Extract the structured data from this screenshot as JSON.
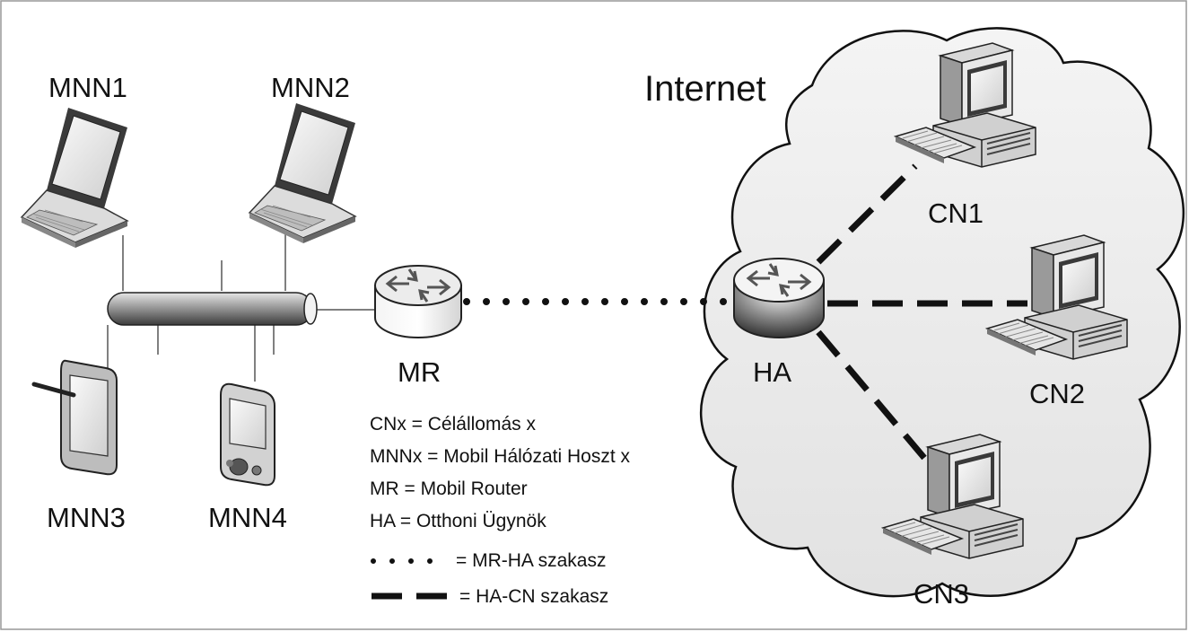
{
  "title": "Internet",
  "nodes": {
    "mnn1": "MNN1",
    "mnn2": "MNN2",
    "mnn3": "MNN3",
    "mnn4": "MNN4",
    "mr": "MR",
    "ha": "HA",
    "cn1": "CN1",
    "cn2": "CN2",
    "cn3": "CN3"
  },
  "legend": {
    "items": [
      "CNx = Célállomás x",
      "MNNx = Mobil Hálózati Hoszt x",
      "MR = Mobil Router",
      "HA = Otthoni Ügynök"
    ],
    "dotted": "= MR-HA szakasz",
    "dashed": "= HA-CN szakasz"
  },
  "icons": {
    "laptop": "laptop-icon",
    "tablet": "tablet-icon",
    "pda": "pda-icon",
    "router": "router-icon",
    "desktop": "desktop-computer-icon",
    "cloud": "cloud-icon"
  }
}
